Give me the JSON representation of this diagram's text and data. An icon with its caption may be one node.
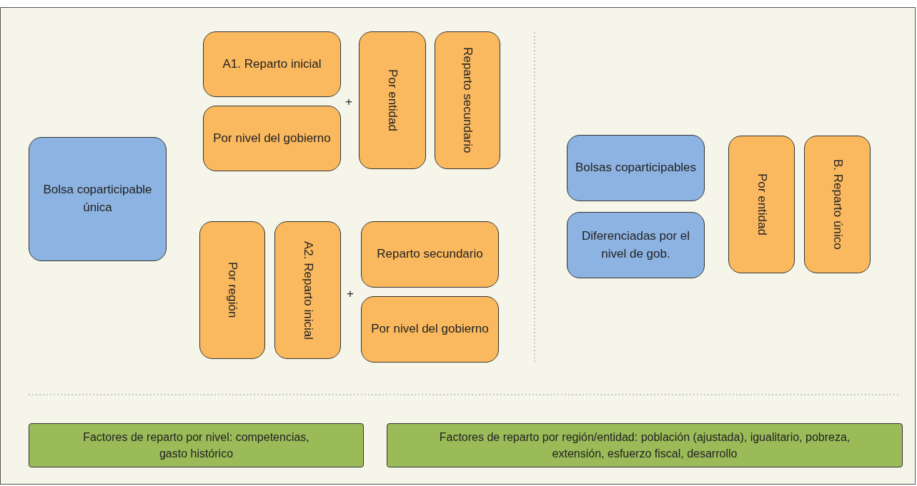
{
  "diagram": {
    "nodes": [
      {
        "text": [
          "Bolsa coparticipable única"
        ]
      },
      {
        "text": [
          "A1. Reparto inicial"
        ]
      },
      {
        "text": [
          "Por nivel del gobierno"
        ]
      },
      {
        "text": [
          "Por entidad"
        ]
      },
      {
        "text": [
          "Reparto secundario"
        ]
      },
      {
        "text": [
          "Por región"
        ]
      },
      {
        "text": [
          "A2. Reparto inicial"
        ]
      },
      {
        "text": [
          "Reparto secundario"
        ]
      },
      {
        "text": [
          "Por nivel del gobierno"
        ]
      },
      {
        "text": [
          "Bolsas coparticipables"
        ]
      },
      {
        "text": [
          "Diferenciadas por el nivel de gob."
        ]
      },
      {
        "text": [
          "Por entidad"
        ]
      },
      {
        "text": [
          "B. Reparto único"
        ]
      },
      {
        "text": [
          "Factores de reparto por nivel: competencias, gasto histórico"
        ]
      },
      {
        "text": [
          "Factores de reparto por región/entidad: población (ajustada), igualitario, pobreza, extensión, esfuerzo fiscal, desarrollo"
        ]
      }
    ],
    "edges": [],
    "labels": [
      "+",
      "+"
    ]
  }
}
